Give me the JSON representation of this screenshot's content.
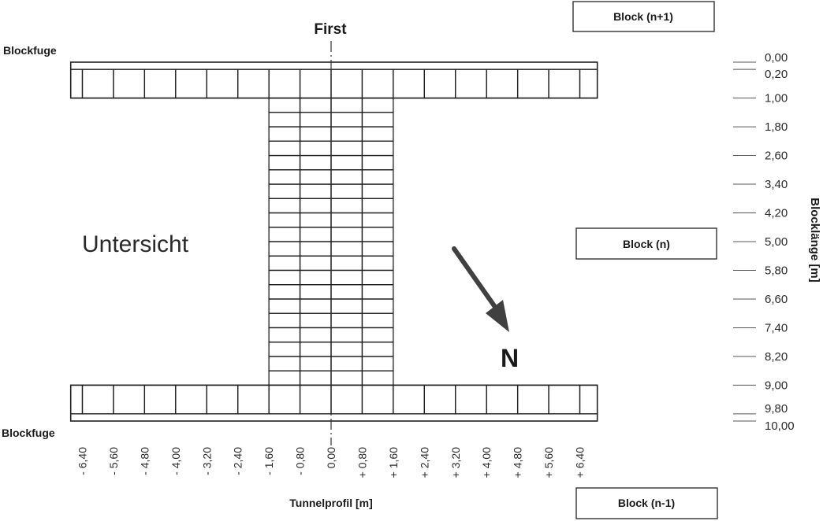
{
  "labels": {
    "top_title": "First",
    "joint_top": "Blockfuge",
    "joint_bottom": "Blockfuge",
    "view_label": "Untersicht",
    "north": "N",
    "x_axis_title": "Tunnelprofil [m]",
    "y_axis_title": "Blocklänge [m]",
    "block_next": "Block (n+1)",
    "block_current": "Block (n)",
    "block_prev": "Block (n-1)"
  },
  "x_ticks": [
    "- 6,40",
    "- 5,60",
    "- 4,80",
    "- 4,00",
    "- 3,20",
    "- 2,40",
    "- 1,60",
    "- 0,80",
    "0,00",
    "+ 0,80",
    "+ 1,60",
    "+ 2,40",
    "+ 3,20",
    "+ 4,00",
    "+ 4,80",
    "+ 5,60",
    "+ 6,40"
  ],
  "x_values": [
    -6.4,
    -5.6,
    -4.8,
    -4.0,
    -3.2,
    -2.4,
    -1.6,
    -0.8,
    0.0,
    0.8,
    1.6,
    2.4,
    3.2,
    4.0,
    4.8,
    5.6,
    6.4
  ],
  "y_ticks": [
    "0,00",
    "0,20",
    "1,00",
    "1,80",
    "2,60",
    "3,40",
    "4,20",
    "5,00",
    "5,80",
    "6,60",
    "7,40",
    "8,20",
    "9,00",
    "9,80",
    "10,00"
  ],
  "y_values": [
    0.0,
    0.2,
    1.0,
    1.8,
    2.6,
    3.4,
    4.2,
    5.0,
    5.8,
    6.6,
    7.4,
    8.2,
    9.0,
    9.8,
    10.0
  ],
  "colors": {
    "line": "#1f1f1f",
    "arrow": "#404040",
    "background": "#ffffff"
  }
}
